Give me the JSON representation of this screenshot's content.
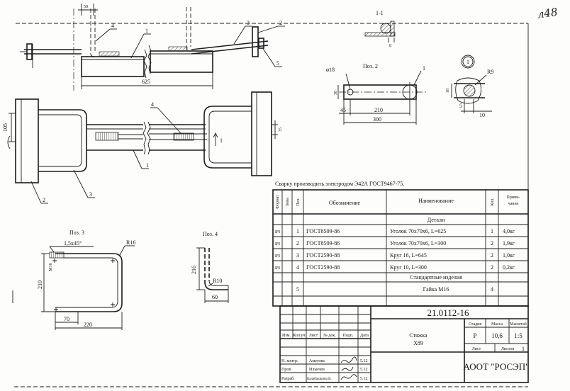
{
  "sheet_number": "л48",
  "elevation": {
    "dim_50": "50",
    "label_4": "4",
    "label_1": "1",
    "label_3": "3",
    "label_2": "2",
    "label_5": "5",
    "dim_625": "625"
  },
  "section_1_1": {
    "title": "1-1",
    "dim_8": "8"
  },
  "pos2": {
    "title": "Поз. 2",
    "hole": "ø18",
    "dim_36": "36",
    "label_1": "1",
    "dim_45": "45",
    "dim_210": "210",
    "dim_300": "300"
  },
  "detail_1": {
    "marker": "1",
    "radius": "R9",
    "dim_18": "18",
    "dim_5": "5",
    "dim_10": "10"
  },
  "plan": {
    "dim_105": "105",
    "label_4": "4",
    "label_1": "1",
    "section_mark": "1",
    "dim_35": "35",
    "label_2": "2",
    "label_3": "3"
  },
  "pos3": {
    "title": "Поз. 3",
    "chamfer": "1,5х45°",
    "radius": "R16",
    "thread": "M16",
    "dim_210": "210",
    "dim_70": "70",
    "dim_220": "220"
  },
  "pos4": {
    "title": "Поз. 4",
    "dim_216": "216",
    "radius": "R10",
    "dim_60": "60"
  },
  "note": "Сварку производить электродом Э42А ГОСТ9467-75.",
  "spec": {
    "headers": {
      "format": "Формат",
      "zone": "Зона",
      "pos": "Поз.",
      "designation": "Обозначение",
      "name": "Наименование",
      "qty": "Кол.",
      "note_line1": "Приме-",
      "note_line2": "чание"
    },
    "section_details": "Детали",
    "rows": [
      {
        "format": "БЧ",
        "pos": "1",
        "designation": "ГОСТ8509-86",
        "name": "Уголок 70х70х6, L=625",
        "qty": "1",
        "note": "4,0кг"
      },
      {
        "format": "БЧ",
        "pos": "2",
        "designation": "ГОСТ8509-86",
        "name": "Уголок 70х70х6, L=300",
        "qty": "2",
        "note": "1,9кг"
      },
      {
        "format": "БЧ",
        "pos": "3",
        "designation": "ГОСТ2590-88",
        "name": "Круг 16, L=645",
        "qty": "2",
        "note": "1,0кг"
      },
      {
        "format": "БЧ",
        "pos": "4",
        "designation": "ГОСТ2590-88",
        "name": "Круг 10, L=300",
        "qty": "2",
        "note": "0,2кг"
      }
    ],
    "section_standard": "Стандартные изделия",
    "standard_rows": [
      {
        "pos": "5",
        "name": "Гайка М16",
        "qty": "4"
      }
    ]
  },
  "title_block": {
    "doc_code": "21.0112-16",
    "item_name": "Стяжка",
    "item_code": "Х89",
    "stage_label": "Стадия",
    "mass_label": "Масса",
    "scale_label": "Масштаб",
    "stage": "Р",
    "mass": "10,6",
    "scale": "1:5",
    "sheet_label": "Лист",
    "sheets_label": "Листов",
    "sheets": "1",
    "organization": "АООТ \"РОСЭП\"",
    "columns": {
      "change": "Изм.",
      "count": "Кол.уч",
      "sheet": "Лист",
      "doc_no": "№ док.",
      "signature": "Подп.",
      "date": "Дата"
    },
    "people": [
      {
        "role": "Н. контр.",
        "name": "Аметова",
        "date": "5.12"
      },
      {
        "role": "Пров.",
        "name": "Ильичев",
        "date": "5.12"
      },
      {
        "role": "Разраб.",
        "name": "Калабашкина В.",
        "date": "5.12"
      }
    ]
  }
}
